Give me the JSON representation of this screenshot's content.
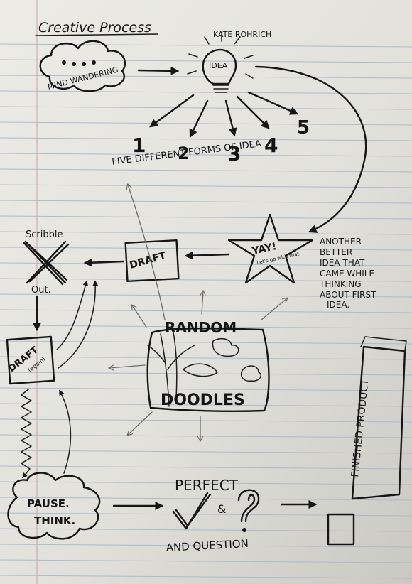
{
  "title": "Creative Process",
  "author": "KATE ROHRICH",
  "nodes": {
    "mind_wandering": "MIND WANDERING",
    "idea": "IDEA",
    "forms": [
      "1",
      "2",
      "3",
      "4",
      "5"
    ],
    "forms_caption": "FIVE DIFFERENT FORMS OF IDEA",
    "yay": "YAY!",
    "yay_sub": "Let's go with that",
    "another_idea": [
      "ANOTHER",
      "BETTER",
      "IDEA THAT",
      "CAME WHILE",
      "THINKING",
      "ABOUT FIRST",
      "IDEA."
    ],
    "draft": "DRAFT",
    "scribble": "Scribble",
    "out": "Out.",
    "draft_again": "DRAFT",
    "draft_again_note": "(again)",
    "random": "RANDOM",
    "doodles": "DOODLES",
    "pause": "PAUSE.",
    "think": "THINK.",
    "perfect": "PERFECT",
    "amp": "&",
    "and_question": "AND QUESTION",
    "finished_product": "FINISHED PRODUCT"
  }
}
